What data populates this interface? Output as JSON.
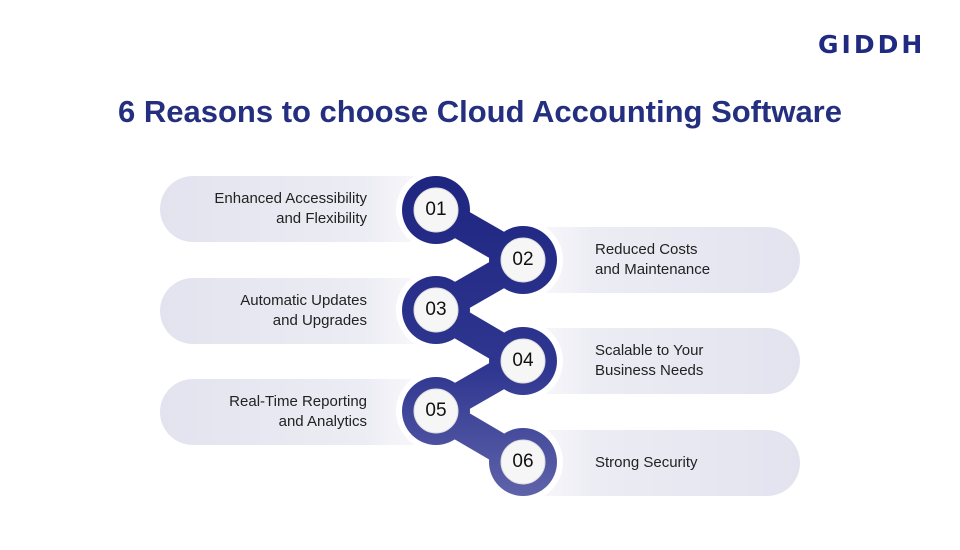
{
  "logo": "GIDDH",
  "title": "6 Reasons to choose Cloud Accounting Software",
  "colors": {
    "top": "#1d2580",
    "bottom": "#6064aa",
    "pill": "#e3e3ef"
  },
  "items": [
    {
      "num": "01",
      "text": "Enhanced Accessibility\nand Flexibility"
    },
    {
      "num": "02",
      "text": "Reduced Costs\nand Maintenance"
    },
    {
      "num": "03",
      "text": "Automatic Updates\nand Upgrades"
    },
    {
      "num": "04",
      "text": "Scalable to Your\nBusiness Needs"
    },
    {
      "num": "05",
      "text": "Real-Time Reporting\nand Analytics"
    },
    {
      "num": "06",
      "text": "Strong Security"
    }
  ]
}
